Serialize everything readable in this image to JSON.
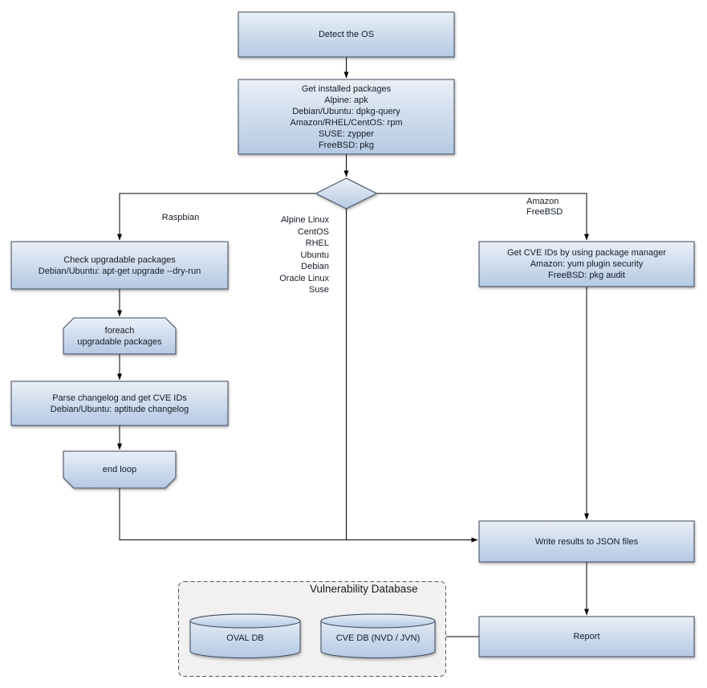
{
  "diagram": {
    "nodes": {
      "detect_os": {
        "label": "Detect the OS"
      },
      "get_packages": {
        "lines": [
          "Get installed packages",
          "Alpine: apk",
          "Debian/Ubuntu: dpkg-query",
          "Amazon/RHEL/CentOS: rpm",
          "SUSE: zypper",
          "FreeBSD: pkg"
        ]
      },
      "check_upgradable": {
        "lines": [
          "Check upgradable packages",
          "Debian/Ubuntu: apt-get upgrade --dry-run"
        ]
      },
      "foreach_loop": {
        "lines": [
          "foreach",
          "upgradable  packages"
        ]
      },
      "parse_changelog": {
        "lines": [
          "Parse changelog and get  CVE IDs",
          "Debian/Ubuntu: aptitude changelog"
        ]
      },
      "end_loop": {
        "label": "end loop"
      },
      "get_cve_ids": {
        "lines": [
          "Get CVE IDs by using package manager",
          "Amazon: yum plugin security",
          "FreeBSD: pkg audit"
        ]
      },
      "write_results": {
        "label": "Write results to JSON files"
      },
      "report": {
        "label": "Report"
      },
      "oval_db": {
        "label": "OVAL DB"
      },
      "cve_db": {
        "label": "CVE DB (NVD / JVN)"
      }
    },
    "group": {
      "title": "Vulnerability Database"
    },
    "edge_labels": {
      "raspbian": "Raspbian",
      "middle": [
        "Alpine Linux",
        "CentOS",
        "RHEL",
        "Ubuntu",
        "Debian",
        "Oracle Linux",
        "Suse"
      ],
      "right": [
        "Amazon",
        "FreeBSD"
      ]
    },
    "colors": {
      "node_fill_top": "#eaeff7",
      "node_fill_bottom": "#b4c9e3",
      "node_border": "#3d4a5c",
      "group_fill": "#f1f1f1",
      "group_border": "#555555",
      "connector": "#000000"
    }
  }
}
